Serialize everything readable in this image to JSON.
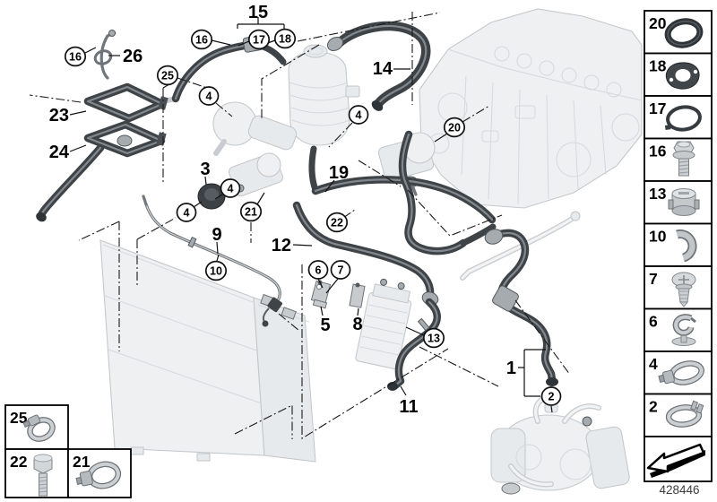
{
  "diagram": {
    "title": "cooling-system-coolant-hoses-diagram",
    "part_number": "428446",
    "callouts": {
      "c16_left": "16",
      "c16_top": "16",
      "c17": "17",
      "c18": "18",
      "c25": "25",
      "c4_a": "4",
      "c4_b": "4",
      "c20": "20",
      "c4_c": "4",
      "c4_d": "4",
      "c21": "21",
      "c22": "22",
      "c10": "10",
      "c6": "6",
      "c7": "7",
      "c13": "13",
      "c2": "2"
    },
    "labels": {
      "l1": "1",
      "l3": "3",
      "l5": "5",
      "l8": "8",
      "l9": "9",
      "l11": "11",
      "l12": "12",
      "l14": "14",
      "l15": "15",
      "l19": "19",
      "l23": "23",
      "l24": "24",
      "l26": "26"
    }
  },
  "sidebar": {
    "items": [
      {
        "label": "20",
        "icon": "o-ring-seal"
      },
      {
        "label": "18",
        "icon": "flange-gasket"
      },
      {
        "label": "17",
        "icon": "profile-gasket-ring"
      },
      {
        "label": "16",
        "icon": "hex-flange-bolt"
      },
      {
        "label": "13",
        "icon": "sealing-plug"
      },
      {
        "label": "10",
        "icon": "retaining-clip"
      },
      {
        "label": "7",
        "icon": "expansion-rivet"
      },
      {
        "label": "6",
        "icon": "spring-clip-holder"
      },
      {
        "label": "4",
        "icon": "worm-drive-hose-clamp"
      },
      {
        "label": "2",
        "icon": "spring-band-clamp"
      }
    ],
    "direction_box_icon": "installation-direction-arrow"
  },
  "legend": {
    "items": [
      {
        "label": "25",
        "icon": "worm-drive-hose-clamp-small"
      },
      {
        "label": "22",
        "icon": "hex-bolt"
      },
      {
        "label": "21",
        "icon": "worm-drive-hose-clamp-large"
      }
    ]
  }
}
